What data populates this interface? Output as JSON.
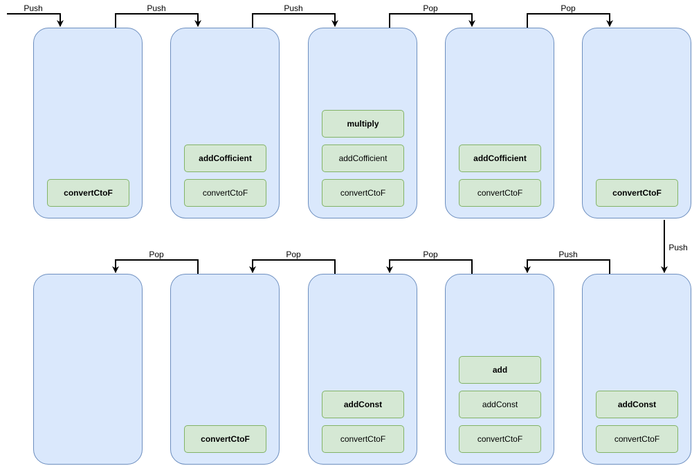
{
  "stacks": [
    {
      "frames": [
        "convertCtoF"
      ]
    },
    {
      "frames": [
        "addCofficient",
        "convertCtoF"
      ]
    },
    {
      "frames": [
        "multiply",
        "addCofficient",
        "convertCtoF"
      ]
    },
    {
      "frames": [
        "addCofficient",
        "convertCtoF"
      ]
    },
    {
      "frames": [
        "convertCtoF"
      ]
    },
    {
      "frames": [
        "addConst",
        "convertCtoF"
      ]
    },
    {
      "frames": [
        "add",
        "addConst",
        "convertCtoF"
      ]
    },
    {
      "frames": [
        "addConst",
        "convertCtoF"
      ]
    },
    {
      "frames": [
        "convertCtoF"
      ]
    },
    {
      "frames": []
    }
  ],
  "transitions": [
    "Push",
    "Push",
    "Push",
    "Pop",
    "Pop",
    "Push",
    "Push",
    "Pop",
    "Pop",
    "Pop"
  ]
}
